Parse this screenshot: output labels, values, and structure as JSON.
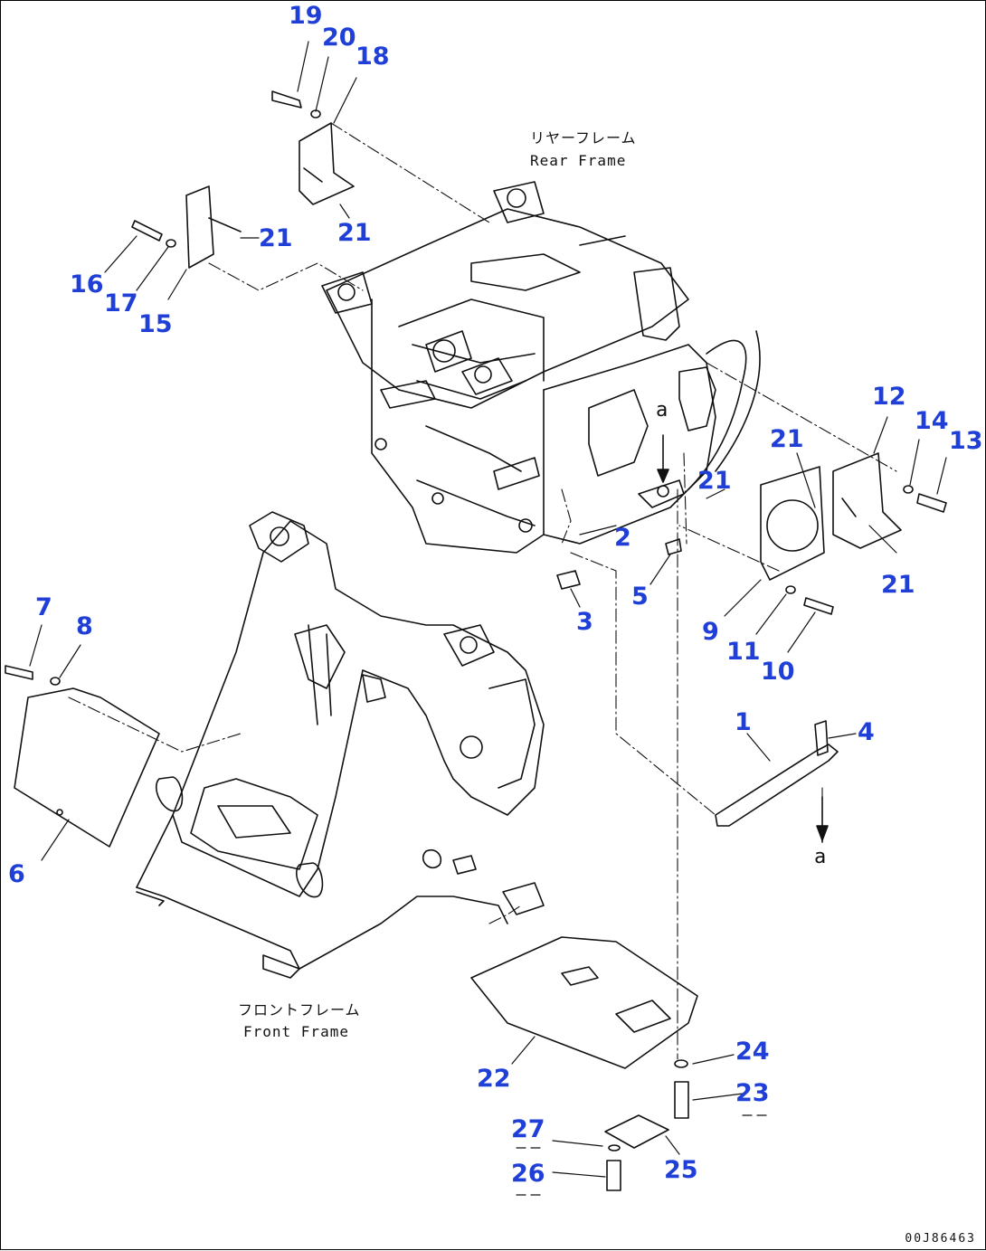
{
  "labels": {
    "rear_frame_jp": "リヤーフレーム",
    "rear_frame_en": "Rear Frame",
    "front_frame_jp": "フロントフレーム",
    "front_frame_en": "Front Frame",
    "view_mark_a": "a",
    "drawing_code": "00J86463"
  },
  "callouts": [
    "19",
    "20",
    "18",
    "21",
    "21",
    "16",
    "17",
    "15",
    "12",
    "14",
    "13",
    "21",
    "21",
    "21",
    "2",
    "3",
    "5",
    "9",
    "11",
    "10",
    "7",
    "8",
    "6",
    "1",
    "4",
    "24",
    "23",
    "22",
    "27",
    "26",
    "25"
  ],
  "colors": {
    "callout": "#1f3fd6",
    "line": "#111111"
  }
}
